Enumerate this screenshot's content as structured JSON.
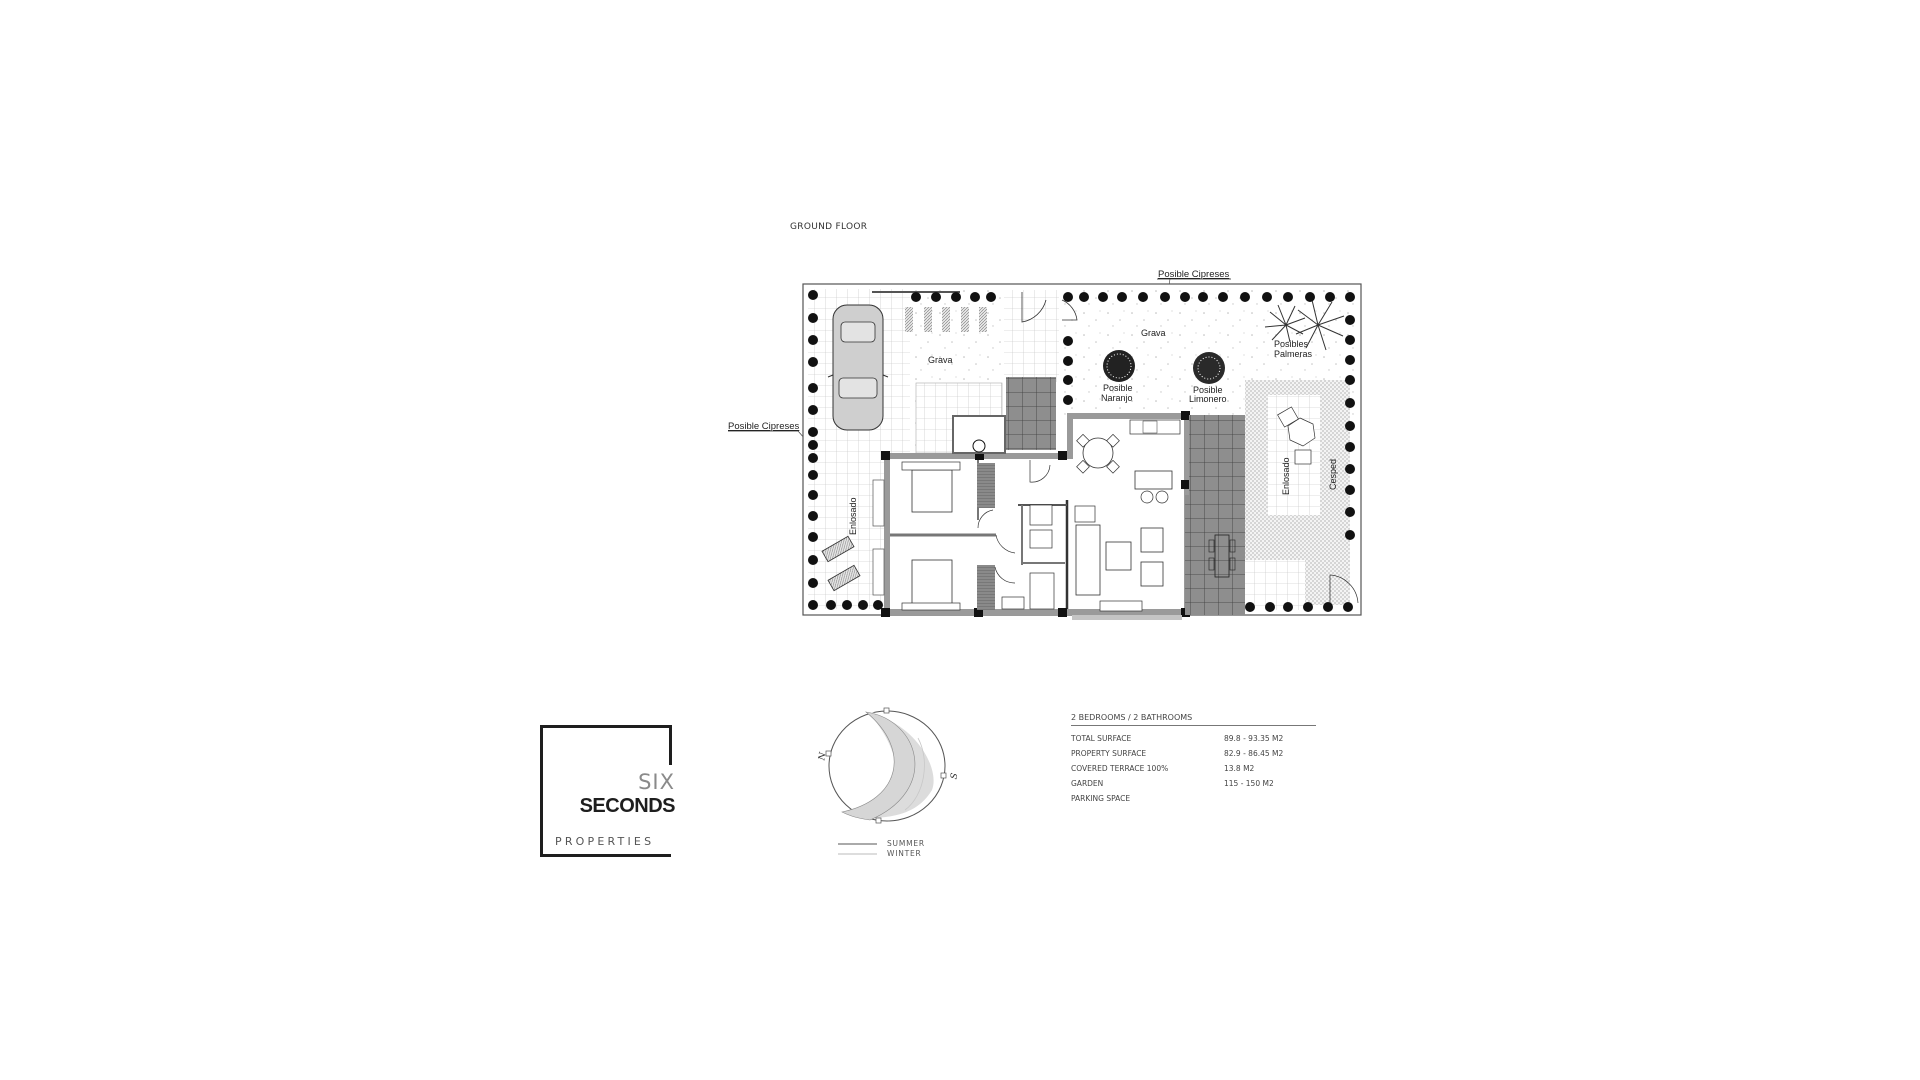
{
  "header": {
    "floor_title": "GROUND FLOOR"
  },
  "plan": {
    "labels": {
      "top_cypress": "Posible Cipreses",
      "left_cypress": "Posible Cipreses",
      "gravel_left": "Grava",
      "gravel_right": "Grava",
      "orange_tree_1": "Posible",
      "orange_tree_2": "Naranjo",
      "lemon_tree_1": "Posible",
      "lemon_tree_2": "Limonero",
      "palms_1": "Posibles",
      "palms_2": "Palmeras",
      "tiled_left": "Enlosado",
      "tiled_right": "Enlosado",
      "lawn": "Cesped"
    },
    "colors": {
      "wall": "#9a9a9a",
      "dark_tile": "#8c8c8c",
      "line": "#333333",
      "car": "#cfcfcf"
    }
  },
  "sun_diagram": {
    "north_label": "N",
    "south_label": "S",
    "legend": [
      {
        "label": "SUMMER",
        "color": "#555555"
      },
      {
        "label": "WINTER",
        "color": "#bbbbbb"
      }
    ]
  },
  "logo": {
    "line1": "SIX",
    "line2": "SECONDS",
    "line3": "PROPERTIES"
  },
  "specs": {
    "heading": "2 BEDROOMS / 2 BATHROOMS",
    "rows": [
      {
        "label": "TOTAL SURFACE",
        "value": "89.8 - 93.35 M2"
      },
      {
        "label": "PROPERTY SURFACE",
        "value": "82.9 - 86.45 M2"
      },
      {
        "label": "COVERED TERRACE 100%",
        "value": "13.8 M2"
      },
      {
        "label": "GARDEN",
        "value": "115 - 150 M2"
      },
      {
        "label": "PARKING SPACE",
        "value": ""
      }
    ]
  }
}
